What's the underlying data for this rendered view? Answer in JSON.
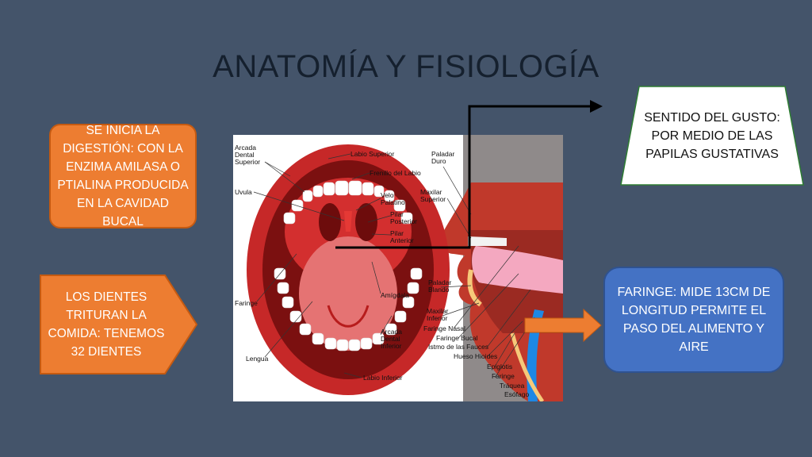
{
  "slide": {
    "title": "ANATOMÍA Y FISIOLOGÍA",
    "digestion_box": "SE INICIA LA DIGESTIÓN: CON LA ENZIMA AMILASA O PTIALINA PRODUCIDA EN LA CAVIDAD BUCAL",
    "teeth_box": "LOS DIENTES TRITURAN LA COMIDA: TENEMOS 32 DIENTES",
    "taste_box": "SENTIDO DEL GUSTO: POR MEDIO DE LAS PAPILAS GUSTATIVAS",
    "pharynx_box": "FARINGE: MIDE 13CM DE LONGITUD PERMITE EL PASO DEL ALIMENTO Y AIRE"
  },
  "colors": {
    "background": "#44546a",
    "orange": "#ed7d31",
    "blue": "#4472c4"
  },
  "figure": {
    "mouth_labels": {
      "arcada_sup_1": "Arcada",
      "arcada_sup_2": "Dental",
      "arcada_sup_3": "Superior",
      "labio_superior": "Labio Superior",
      "frenillo": "Frenillo del Labio",
      "uvula": "Uvula",
      "velo_1": "Velo",
      "velo_2": "Palatino",
      "pilar_post_1": "Pilar",
      "pilar_post_2": "Posterior",
      "pilar_ant_1": "Pilar",
      "pilar_ant_2": "Anterior",
      "faringe": "Faringe",
      "amigdala": "Amígdala",
      "arcada_inf_1": "Arcada",
      "arcada_inf_2": "Dental",
      "arcada_inf_3": "Inferior",
      "lengua": "Lengua",
      "labio_inferior": "Labio Inferior"
    },
    "section_labels": {
      "paladar_duro_1": "Paladar",
      "paladar_duro_2": "Duro",
      "maxilar_sup_1": "Maxilar",
      "maxilar_sup_2": "Superior",
      "paladar_blando_1": "Paladar",
      "paladar_blando_2": "Blando",
      "maxilar_inf_1": "Maxilar",
      "maxilar_inf_2": "Inferior",
      "faringe_nasal": "Faringe Nasal",
      "faringe_bucal": "Faringe Bucal",
      "istmo": "Istmo de las Fauces",
      "hueso_hioides": "Hueso Hioides",
      "epiglotis": "Epiglotis",
      "faringe": "Faringe",
      "traquea": "Tráquea",
      "esofago": "Esófago"
    }
  }
}
